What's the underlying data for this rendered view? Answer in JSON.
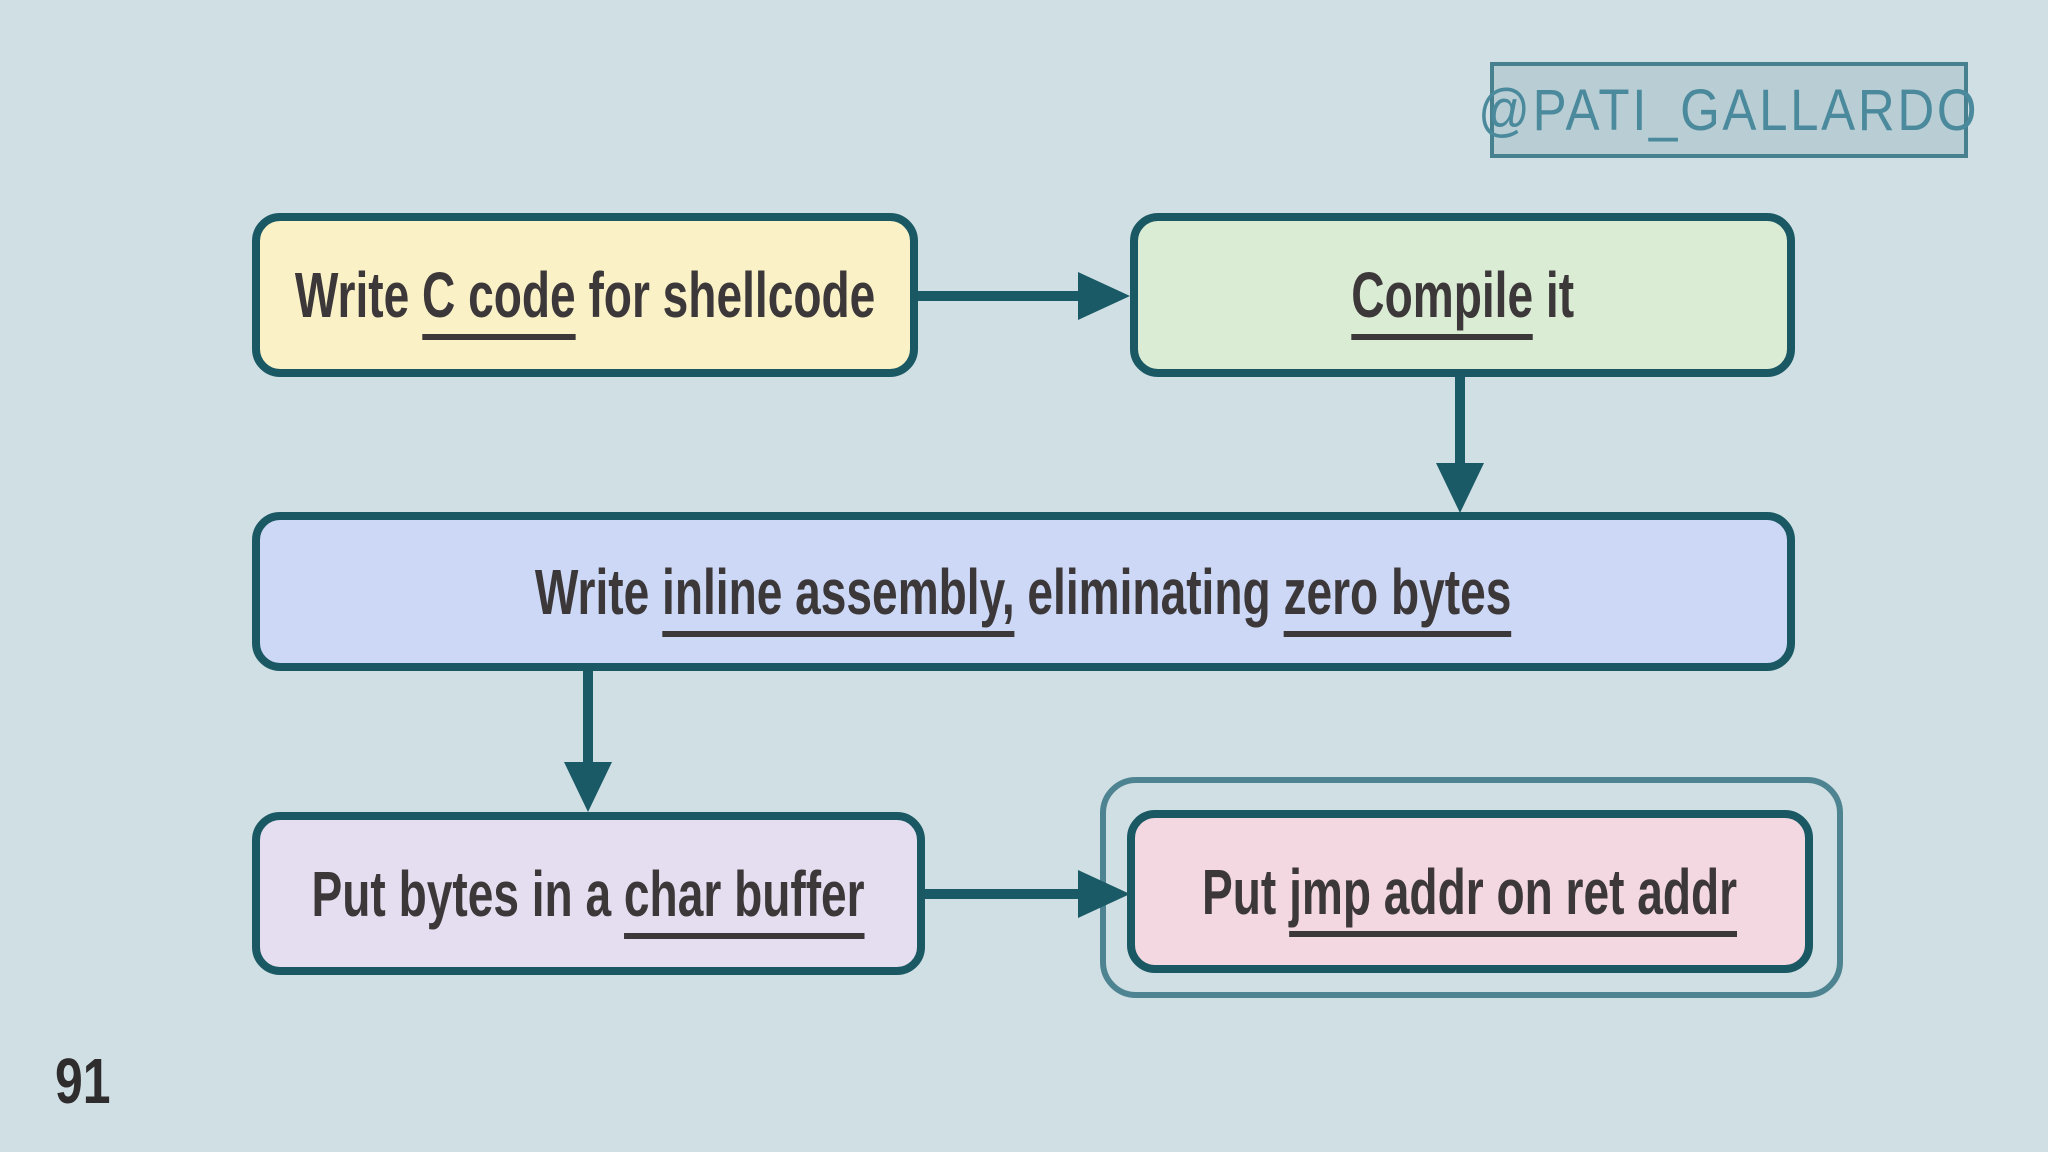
{
  "badge": {
    "handle": "@PATI_GALLARDO"
  },
  "page_number": "91",
  "colors": {
    "background": "#cfdfe3",
    "node_border": "#1a5864",
    "arrow": "#1a5a66",
    "outer_ring_border": "#4e8491",
    "text": "#3c383a",
    "badge_background": "#b9cdd4",
    "badge_border": "#47808f",
    "badge_text": "#4b8a9c",
    "node_fill_write_c": "#faf1c6",
    "node_fill_compile": "#dbecd4",
    "node_fill_inline_asm": "#ccd8f6",
    "node_fill_char_buffer": "#e4def0",
    "node_fill_jmp_addr": "#f3d8e1"
  },
  "flowchart": {
    "nodes": [
      {
        "id": "write-c-code",
        "fill": "#faf1c6",
        "parts": [
          {
            "text": "Write ",
            "underline": false
          },
          {
            "text": "C code",
            "underline": true
          },
          {
            "text": " for shellcode",
            "underline": false
          }
        ]
      },
      {
        "id": "compile-it",
        "fill": "#dbecd4",
        "parts": [
          {
            "text": "Compile",
            "underline": true
          },
          {
            "text": " it",
            "underline": false
          }
        ]
      },
      {
        "id": "write-inline-assembly",
        "fill": "#ccd8f6",
        "parts": [
          {
            "text": "Write ",
            "underline": false
          },
          {
            "text": "inline assembly,",
            "underline": true
          },
          {
            "text": " eliminating ",
            "underline": false
          },
          {
            "text": "zero bytes",
            "underline": true
          }
        ]
      },
      {
        "id": "put-bytes-in-char-buffer",
        "fill": "#e4def0",
        "parts": [
          {
            "text": "Put bytes in a ",
            "underline": false
          },
          {
            "text": "char buffer",
            "underline": true
          }
        ]
      },
      {
        "id": "put-jmp-addr-on-ret-addr",
        "fill": "#f3d8e1",
        "highlighted_with_outer_ring": true,
        "parts": [
          {
            "text": "Put ",
            "underline": false
          },
          {
            "text": "jmp addr on ret addr",
            "underline": true
          }
        ]
      }
    ],
    "edges": [
      {
        "from": "write-c-code",
        "to": "compile-it",
        "direction": "right"
      },
      {
        "from": "compile-it",
        "to": "write-inline-assembly",
        "direction": "down"
      },
      {
        "from": "write-inline-assembly",
        "to": "put-bytes-in-char-buffer",
        "direction": "down"
      },
      {
        "from": "put-bytes-in-char-buffer",
        "to": "put-jmp-addr-on-ret-addr",
        "direction": "right"
      }
    ]
  }
}
